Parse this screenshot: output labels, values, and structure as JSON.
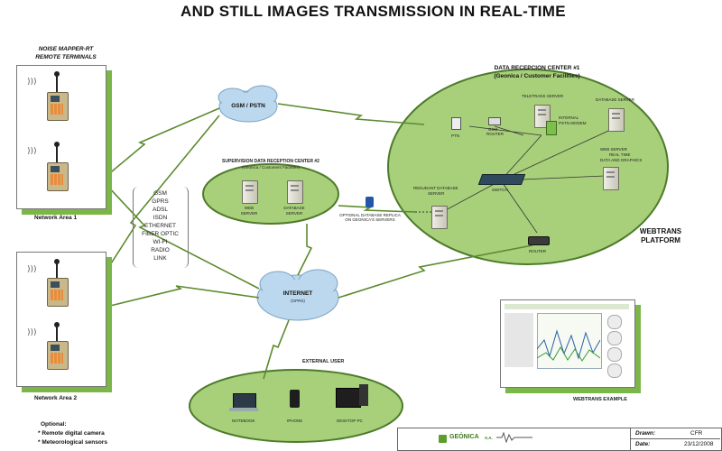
{
  "title": "AND STILL IMAGES TRANSMISSION IN  REAL-TIME",
  "terminals": {
    "heading_1": "NOISE MAPPER-RT",
    "heading_2": "REMOTE TERMINALS",
    "network_area_1": "Network Area 1",
    "network_area_2": "Network Area 2"
  },
  "transmission_list": [
    "GSM",
    "GPRS",
    "ADSL",
    "ISDN",
    "ETHERNET",
    "FIBER OPTIC",
    "WI-FI",
    "RADIO",
    "LINK"
  ],
  "clouds": {
    "gsm": "GSM / PSTN",
    "internet_1": "INTERNET",
    "internet_2": "(GPRS)"
  },
  "center1": {
    "title": "DATA RECEPCION CENTER #1",
    "subtitle": "(Geonica / Customer Facilities)",
    "teletrans": "TELETRANS SERVER",
    "database": "DATABASE SERVER",
    "web_server": "WEB SERVER",
    "web_server_sub1": "REAL TIME",
    "web_server_sub2": "DATA AND GRAPHICS",
    "modem_1": "INTERNAL",
    "modem_2": "PSTN MODEM",
    "redundant_1": "REDUDANT DATABASE",
    "redundant_2": "SERVER",
    "switch": "SWITCH",
    "router": "ROUTER",
    "pstn": "PTN",
    "gsm_router_1": "GSM",
    "gsm_router_2": "ROUTER"
  },
  "center2": {
    "title": "SUPERVISION DATA RECEPTION CENTER #2",
    "subtitle": "(Geonica / Customers Facilities)",
    "web_1": "WEB",
    "web_2": "SERVER",
    "db_1": "DATABASE",
    "db_2": "SERVER",
    "replica_1": "OPTIONAL DATABASE REPLICA",
    "replica_2": "ON GEONICA'S SERVERS"
  },
  "webtrans": {
    "platform_1": "WEBTRANS",
    "platform_2": "PLATFORM",
    "example": "WEBTRANS  EXAMPLE"
  },
  "external": {
    "title": "EXTERNAL USER",
    "notebook": "NOTEBOOK",
    "iphone": "IPHONE",
    "desktop": "DESKTOP PC"
  },
  "optional": {
    "title": "Optional:",
    "item1": "* Remote digital camera",
    "item2": "* Meteorological sensors"
  },
  "footer": {
    "company": "GEÓNICA",
    "company_suffix": "S.A.",
    "drawn_label": "Drawn:",
    "drawn_value": "CFR",
    "date_label": "Date:",
    "date_value": "23/12/2008"
  },
  "colors": {
    "ellipse_fill": "#a8d07a",
    "ellipse_stroke": "#4d7a2b",
    "cloud_fill": "#bcd8ee",
    "bolt": "#5c8a2e",
    "shadow_green": "#7ab648"
  }
}
